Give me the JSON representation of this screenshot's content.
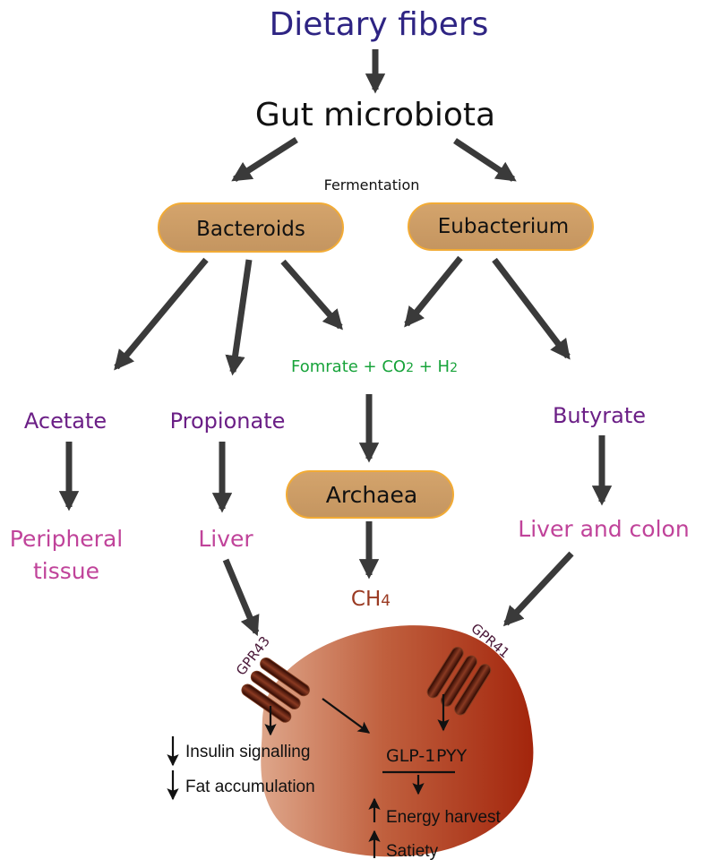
{
  "title": "Dietary fibers",
  "source": "Gut microbiota",
  "process_label": "Fermentation",
  "bacteria": {
    "left": "Bacteroids",
    "right": "Eubacterium",
    "archaea": "Archaea"
  },
  "gases": {
    "part1": "Fomrate + CO",
    "sub1": "2",
    "part2": " + H",
    "sub2": "2"
  },
  "methane": {
    "main": "CH",
    "sub": "4"
  },
  "scfa": {
    "acetate": "Acetate",
    "propionate": "Propionate",
    "butyrate": "Butyrate"
  },
  "targets": {
    "peripheral_line1": "Peripheral",
    "peripheral_line2": "tissue",
    "liver": "Liver",
    "liver_colon": "Liver and colon"
  },
  "receptors": {
    "left": "GPR43",
    "right": "GPR41"
  },
  "hormones": {
    "glp1": "GLP-1",
    "pyy": "PYY"
  },
  "effects": {
    "decrease": [
      {
        "arrow": "down",
        "label": "Insulin signalling"
      },
      {
        "arrow": "down",
        "label": "Fat accumulation"
      }
    ],
    "increase": [
      {
        "arrow": "up",
        "label": "Energy harvest"
      },
      {
        "arrow": "up",
        "label": "Satiety"
      }
    ]
  },
  "colors": {
    "title": "#2e2483",
    "text": "#111111",
    "arrow": "#3a3a3a",
    "pill_fill": "#c99a63",
    "pill_stroke": "#f0a830",
    "gases": "#17a33a",
    "methane": "#9a3a22",
    "scfa": "#6b1f86",
    "target": "#c0439a",
    "receptor_label": "#4a1838",
    "cell_light": "#dca184",
    "cell_dark": "#a8250e"
  }
}
